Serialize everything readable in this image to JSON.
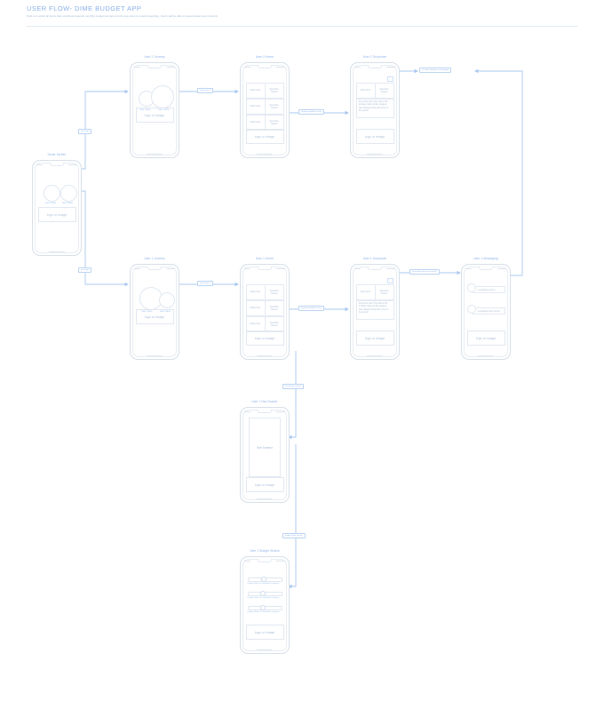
{
  "header": {
    "title": "USER FLOW- DIME BUDGET APP",
    "subtitle": "Task is to enlist all items that contribute towards monthly budget and get a bird's eye view on overall spending. Users will be able to spend wisely and correctly"
  },
  "labels": {
    "logo_or_image": "logo or image",
    "user_name": "user name",
    "daily_items": "Daily items",
    "spending_tracker": "Spending Tracker",
    "nav_drawer": "Nav Drawer",
    "messaging_section": "messaging section",
    "messaging_reply_section": "messaging reply section",
    "dropdown_desc": "Drop down tab of the above info includes dates similar category was charged along with name of the person.",
    "slider_label": "budget slider for individual category"
  },
  "screens": [
    {
      "id": "home-screen",
      "caption": "Home Screen"
    },
    {
      "id": "user2-journey",
      "caption": "User 2 Journey"
    },
    {
      "id": "user2-home",
      "caption": "User 2 Home"
    },
    {
      "id": "user2-dropdown",
      "caption": "User 2 Dropdown"
    },
    {
      "id": "user1-journey",
      "caption": "User 1 Journey"
    },
    {
      "id": "user1-home",
      "caption": "User 1 Home"
    },
    {
      "id": "user1-dropdown",
      "caption": "User 1 Dropdown"
    },
    {
      "id": "user1-messaging",
      "caption": "User 1 Messaging"
    },
    {
      "id": "user1-nav-drawer",
      "caption": "User 1 Nav Drawer"
    },
    {
      "id": "user1-budget-sliders",
      "caption": "User 1 Budget Sliders"
    }
  ],
  "connectors": [
    {
      "id": "c-user2-select",
      "text": "select user 2"
    },
    {
      "id": "c-user1-select",
      "text": "select user 1"
    },
    {
      "id": "c-user2-login",
      "text": "user login"
    },
    {
      "id": "c-user1-login",
      "text": "user login"
    },
    {
      "id": "c-user2-tap",
      "text": "tapping dropdown arrow"
    },
    {
      "id": "c-user1-tap",
      "text": "tapping dropdown arrow"
    },
    {
      "id": "c-user2-close",
      "text": "on close tab/log in to homepage"
    },
    {
      "id": "c-user1-msg",
      "text": "messaging icon on top status"
    },
    {
      "id": "c-navdrawer",
      "text": "nav drawer section"
    },
    {
      "id": "c-budget",
      "text": "budget slider section"
    }
  ],
  "colors": {
    "accent": "#8ab0e8",
    "wire": "#a9c8f0",
    "frame": "#d7dfe8",
    "muted": "#aebfd4"
  }
}
